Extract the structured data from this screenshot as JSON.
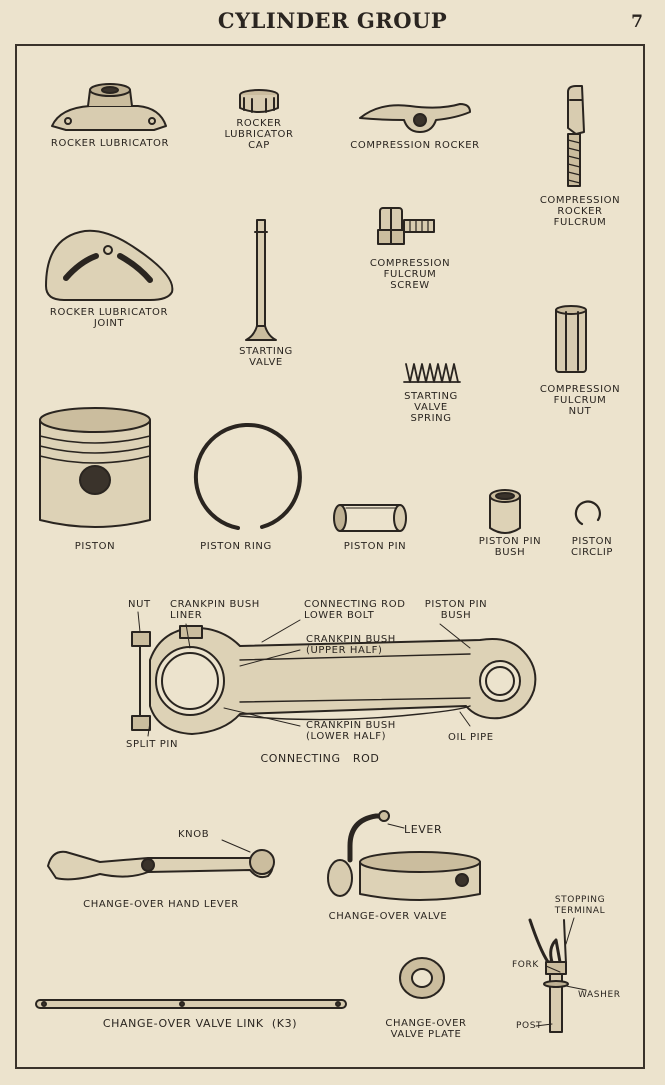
{
  "page": {
    "title": "CYLINDER GROUP",
    "number": "7"
  },
  "parts": {
    "rocker_lubricator": "ROCKER LUBRICATOR",
    "rocker_lubricator_cap": "ROCKER\nLUBRICATOR\nCAP",
    "compression_rocker": "COMPRESSION ROCKER",
    "compression_rocker_fulcrum": "COMPRESSION\nROCKER\nFULCRUM",
    "compression_fulcrum_screw": "COMPRESSION\nFULCRUM\nSCREW",
    "rocker_lubricator_joint": "ROCKER LUBRICATOR\nJOINT",
    "starting_valve": "STARTING\nVALVE",
    "compression_fulcrum_nut": "COMPRESSION\nFULCRUM\nNUT",
    "starting_valve_spring": "STARTING\nVALVE\nSPRING",
    "piston": "PISTON",
    "piston_ring": "PISTON RING",
    "piston_pin": "PISTON PIN",
    "piston_pin_bush": "PISTON PIN\nBUSH",
    "piston_circlip": "PISTON\nCIRCLIP",
    "nut": "NUT",
    "crankpin_bush_liner": "CRANKPIN BUSH\nLINER",
    "connecting_rod_lower_bolt": "CONNECTING ROD\nLOWER BOLT",
    "piston_pin_bush_callout": "PISTON PIN\nBUSH",
    "crankpin_bush_upper": "CRANKPIN BUSH\n(UPPER HALF)",
    "crankpin_bush_lower": "CRANKPIN BUSH\n(LOWER HALF)",
    "split_pin": "SPLIT PIN",
    "oil_pipe": "OIL PIPE",
    "connecting_rod": "CONNECTING   ROD",
    "knob": "KNOB",
    "lever": "LEVER",
    "change_over_hand_lever": "CHANGE-OVER HAND LEVER",
    "change_over_valve": "CHANGE-OVER VALVE",
    "stopping_terminal": "STOPPING\nTERMINAL",
    "fork": "FORK",
    "washer": "WASHER",
    "post": "POST",
    "change_over_valve_link": "CHANGE-OVER VALVE LINK  (K3)",
    "change_over_valve_plate": "CHANGE-OVER\nVALVE PLATE"
  }
}
